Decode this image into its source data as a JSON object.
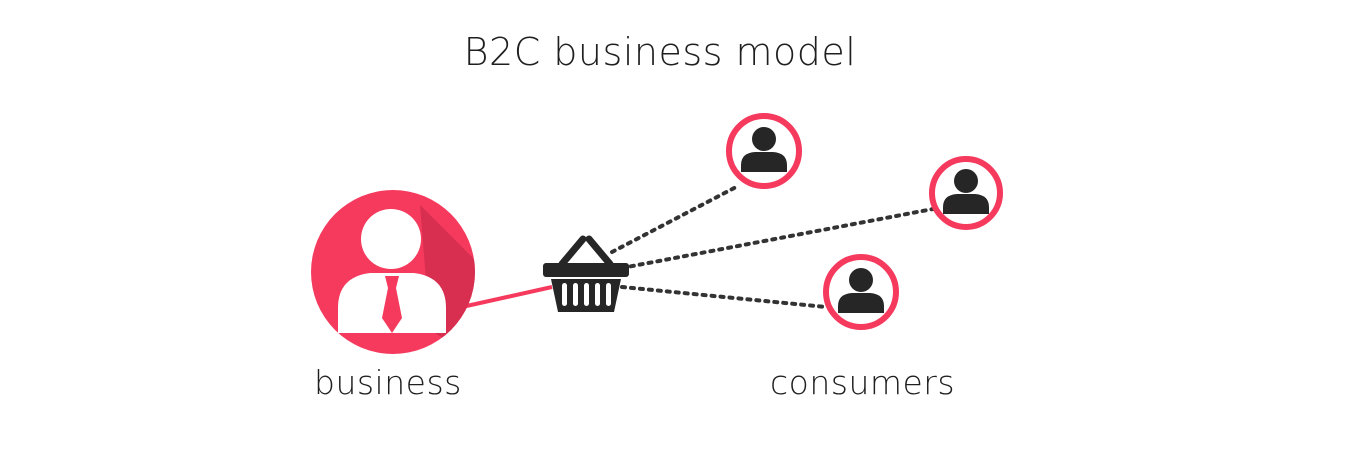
{
  "title": "B2C business model",
  "labels": {
    "business": "business",
    "consumers": "consumers"
  },
  "colors": {
    "accent": "#f53a5e",
    "accent_shadow": "#d22d4e",
    "icon_dark": "#262626",
    "connector": "#333333"
  },
  "icons": {
    "business": "businessman-icon",
    "hub": "shopping-basket-icon",
    "consumer": "user-icon"
  }
}
